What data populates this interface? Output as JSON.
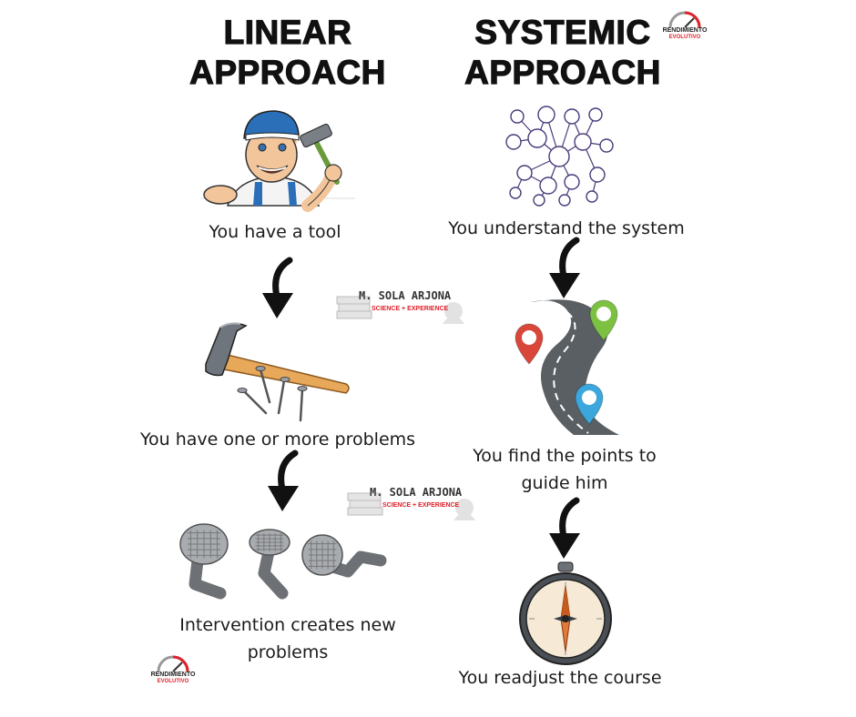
{
  "linear": {
    "title_line1": "LINEAR",
    "title_line2": "APPROACH",
    "step1": "You have a tool",
    "step2": "You have one or more problems",
    "step3_line1": "Intervention creates new",
    "step3_line2": "problems"
  },
  "systemic": {
    "title_line1": "SYSTEMIC",
    "title_line2": "APPROACH",
    "step1": "You understand the system",
    "step2_line1": "You find the points to",
    "step2_line2": "guide him",
    "step3": "You readjust the course"
  },
  "watermark": {
    "name": "M. SOLA ARJONA",
    "tagline": "SCIENCE + EXPERIENCE"
  },
  "logo": {
    "line1": "RENDIMIENTO",
    "line2": "EVOLUTIVO"
  },
  "colors": {
    "pin_red": "#d9473a",
    "pin_green": "#7cc142",
    "pin_blue": "#3ba7dc",
    "road": "#555a5e",
    "network": "#4a3a7a",
    "hammer_wood": "#e8a85a",
    "watermark_red": "#e0202a"
  },
  "icons": [
    "worker-with-hammer-icon",
    "network-diagram-icon",
    "hammer-and-nails-icon",
    "road-with-pins-icon",
    "bent-nails-icon",
    "compass-icon",
    "curved-arrow-down-icon"
  ]
}
